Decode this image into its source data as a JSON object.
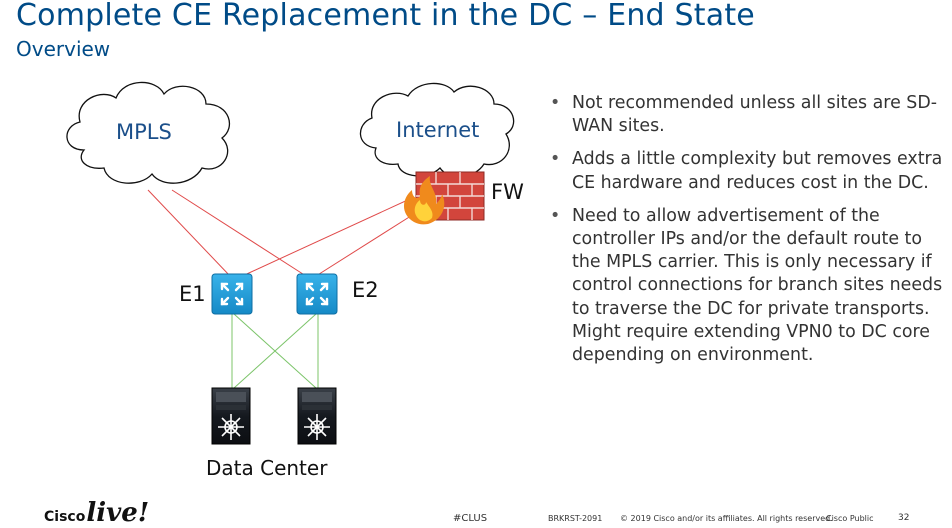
{
  "slide": {
    "title": "Complete CE Replacement in the DC – End State",
    "subtitle": "Overview"
  },
  "diagram": {
    "clouds": [
      {
        "id": "mpls",
        "label": "MPLS"
      },
      {
        "id": "internet",
        "label": "Internet"
      }
    ],
    "firewall": {
      "label": "FW",
      "icon": "firewall-icon"
    },
    "edges": [
      {
        "id": "e1",
        "label": "E1",
        "icon": "router-icon"
      },
      {
        "id": "e2",
        "label": "E2",
        "icon": "router-icon"
      }
    ],
    "dc_switches": [
      {
        "id": "sw1",
        "icon": "switch-icon"
      },
      {
        "id": "sw2",
        "icon": "switch-icon"
      }
    ],
    "dc_label": "Data Center",
    "colors": {
      "wan_links": "#e04a4a",
      "lan_links": "#7cc46a",
      "router_fill": "#1e9fdc",
      "firewall_brick": "#d2453c",
      "switch_fill": "#15191f",
      "cloud_label": "#1b4f8a"
    }
  },
  "bullets": [
    "Not recommended unless all sites are SD-WAN sites.",
    "Adds a little complexity but removes extra CE hardware and reduces cost in the DC.",
    "Need to allow advertisement of the controller IPs and/or the default route to the MPLS carrier.  This is only necessary if control connections for branch sites needs to traverse the DC for private transports. Might require extending VPN0 to DC core depending on environment."
  ],
  "footer": {
    "brand_cisco": "Cisco",
    "brand_live": "live!",
    "hashtag": "#CLUS",
    "session": "BRKRST-2091",
    "copyright": "© 2019  Cisco and/or its affiliates. All rights reserved.",
    "classification": "Cisco Public",
    "page": "32"
  }
}
